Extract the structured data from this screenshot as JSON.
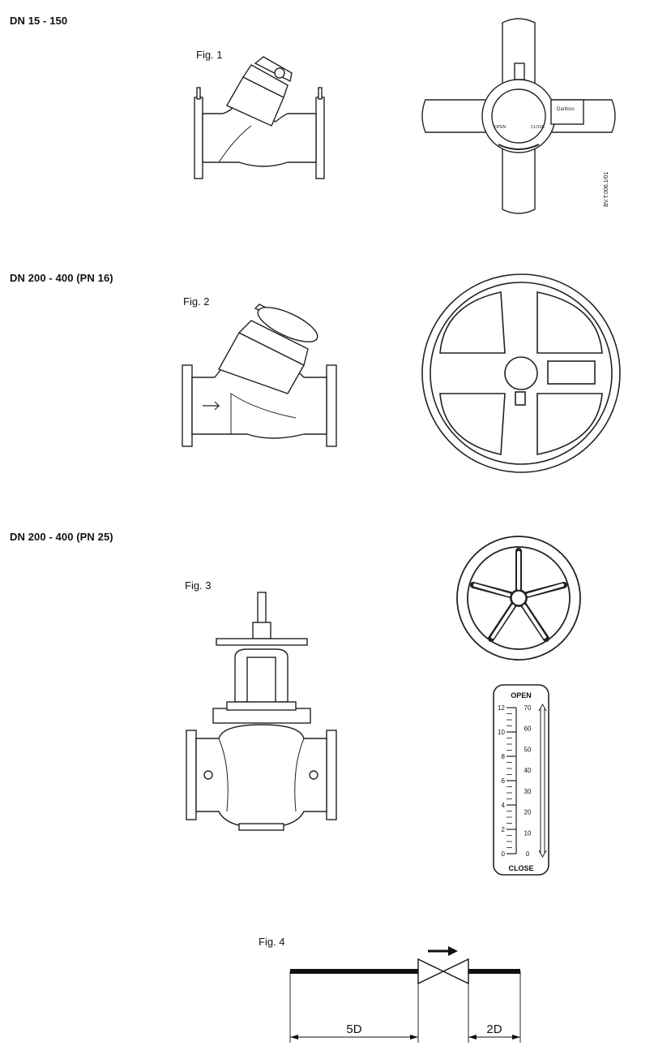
{
  "sections": [
    {
      "heading": "DN 15 - 150",
      "figure": "Fig. 1",
      "code": "BV.T.006.1/01"
    },
    {
      "heading": "DN 200 - 400 (PN 16)",
      "figure": "Fig. 2"
    },
    {
      "heading": "DN 200 - 400  (PN 25)",
      "figure": "Fig. 3"
    },
    {
      "figure": "Fig. 4"
    }
  ],
  "handwheel_brand": "Danfoss",
  "handwheel_labels": {
    "open": "OPEN",
    "close": "CLOSE"
  },
  "scale": {
    "top_label": "OPEN",
    "bottom_label": "CLOSE",
    "left_ticks": [
      "12",
      "10",
      "8",
      "6",
      "4",
      "2",
      "0"
    ],
    "right_ticks": [
      "70",
      "60",
      "50",
      "40",
      "30",
      "20",
      "10",
      "0"
    ]
  },
  "install": {
    "upstream": "5D",
    "downstream": "2D"
  },
  "colors": {
    "line": "#222222",
    "fill": "#ffffff"
  }
}
